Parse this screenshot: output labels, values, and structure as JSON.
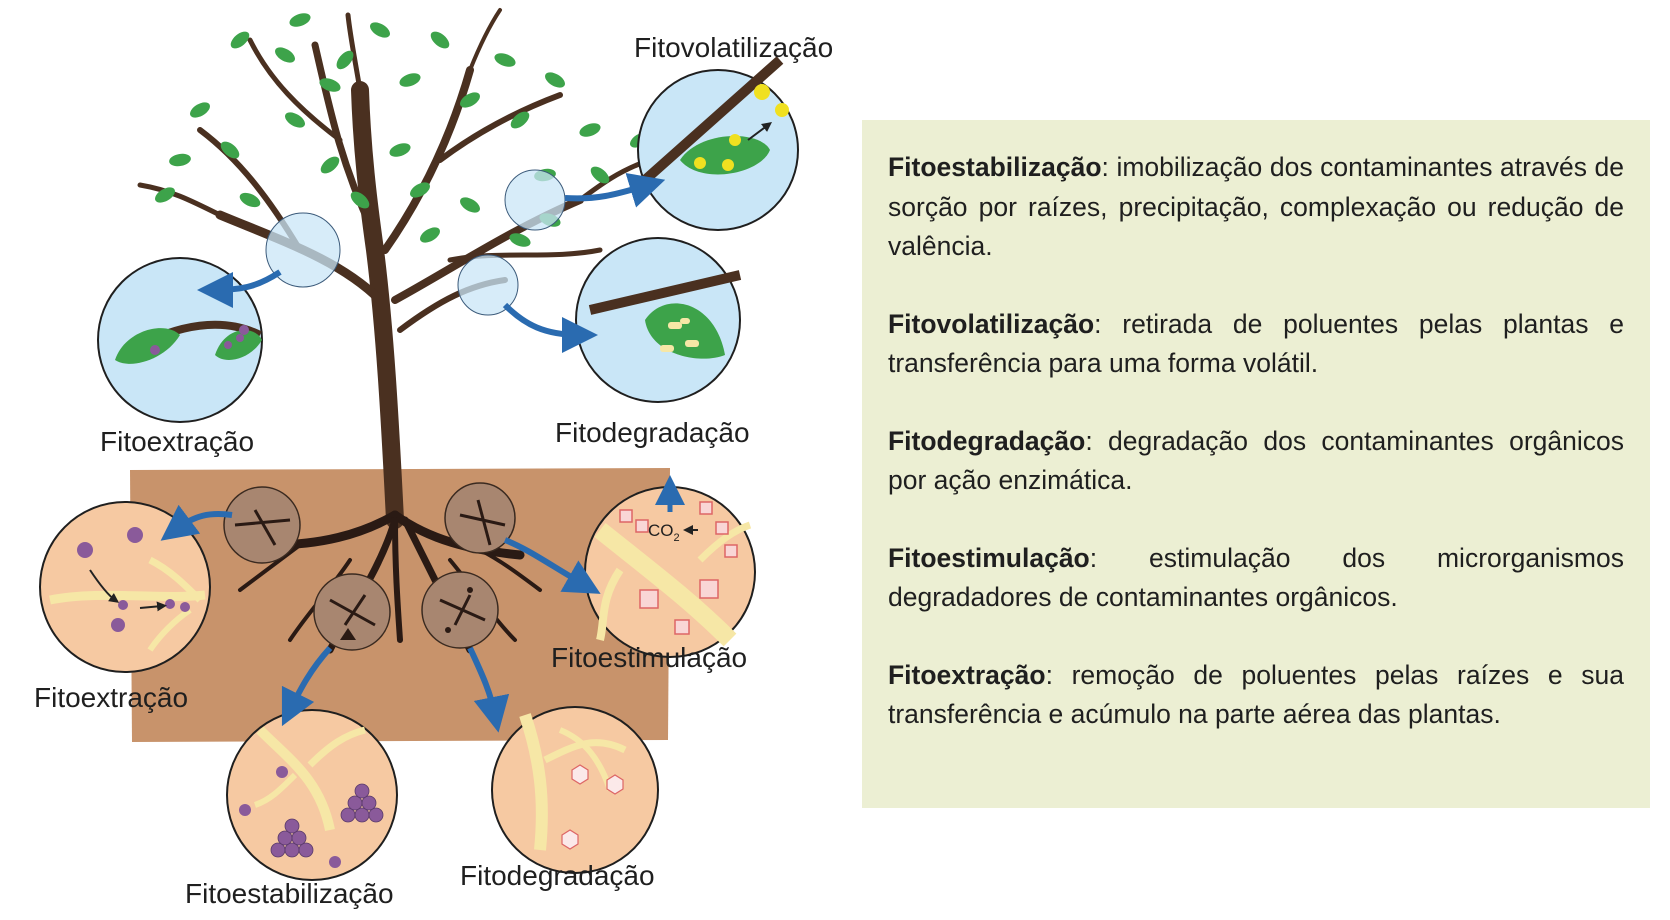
{
  "labels": {
    "aerial_volatilization": "Fitovolatilização",
    "aerial_extraction": "Fitoextração",
    "aerial_degradation": "Fitodegradação",
    "soil_stimulation": "Fitoestimulação",
    "soil_extraction": "Fitoextração",
    "soil_stabilization": "Fitoestabilização",
    "soil_degradation": "Fitodegradação",
    "co2": "CO",
    "co2_subscript": "2"
  },
  "definitions": [
    {
      "term": "Fitoestabilização",
      "text": ": imobilização dos contaminantes através de sorção por raízes, precipitação, complexação ou redução de valência."
    },
    {
      "term": "Fitovolatilização",
      "text": ": retirada de poluentes pelas plantas e transferência para uma forma volátil."
    },
    {
      "term": "Fitodegradação",
      "text": ": degradação dos contaminantes orgânicos por ação enzimática."
    },
    {
      "term": "Fitoestimulação",
      "text": ": estimulação dos microrganismos degradadores de contaminantes orgânicos."
    },
    {
      "term": "Fitoextração",
      "text": ": remoção de poluentes pelas raízes e sua transferência e acúmulo na parte aérea das plantas."
    }
  ],
  "colors": {
    "soil": "#c8936b",
    "trunk": "#4a3020",
    "leaf": "#3da34a",
    "sky_circle": "#c9e6f7",
    "soil_circle": "#f6c9a2",
    "root_circle": "#a88670",
    "root": "#f6e7a6",
    "arrow": "#2a6bb0",
    "particle_purple": "#8a5a9a",
    "particle_yellow": "#f0e020",
    "legend_bg": "#ecefd3"
  }
}
